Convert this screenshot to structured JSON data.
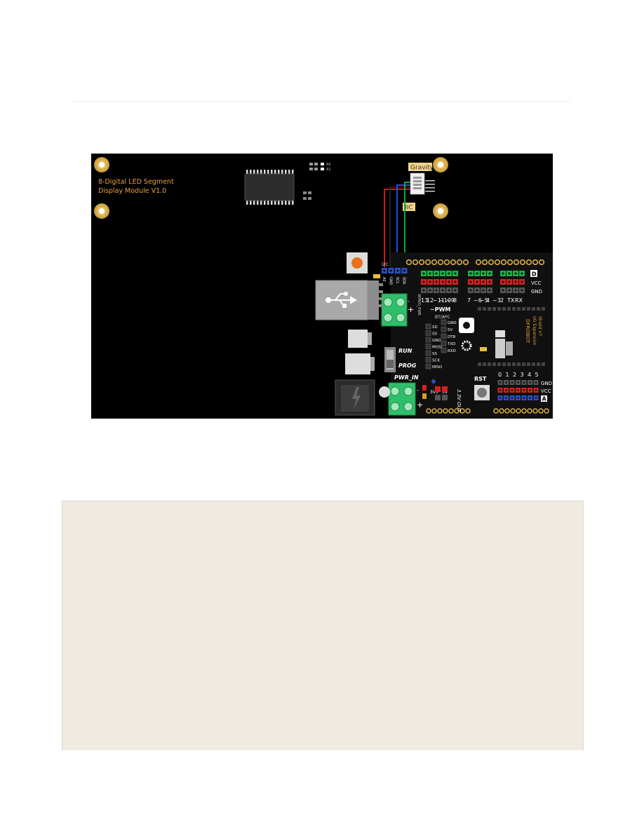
{
  "diagram": {
    "module_title_line1": "8-Digital LED Segment",
    "module_title_line2": "Display Module V1.0",
    "gravity_label": "Gravity",
    "iic_label": "IIC",
    "addr_labels": [
      "A0",
      "A1"
    ],
    "i2c_label": "I2C",
    "i2c_pin_labels": [
      "A0",
      "GND",
      "SCL",
      "SDA"
    ],
    "servo_pwr_label": "SERVO_PWR",
    "pwm_label": "~PWM",
    "bt_apc_label": "BT/APC",
    "side_pins": [
      "SD",
      "SS",
      "GND",
      "MOSI",
      "SS",
      "SCK",
      "MISO"
    ],
    "bt_pins": [
      "GND",
      "5V",
      "DTR",
      "TXD",
      "RXD"
    ],
    "run_label": "RUN",
    "prog_label": "PROG",
    "pwr_in_label": "PWR_IN",
    "rst_label": "RST",
    "v33_label": "3V3",
    "v5_label": "5V",
    "out_label": "3.3V OUT",
    "digital_labels": [
      "13",
      "12",
      "~11",
      "~10",
      "~9",
      "8",
      "7",
      "~6",
      "~5",
      "4",
      "~3",
      "2",
      "TX",
      "RX"
    ],
    "right_labels_top": [
      "D",
      "VCC",
      "GND"
    ],
    "analog_labels": [
      "0",
      "1",
      "2",
      "3",
      "4",
      "5"
    ],
    "right_labels_bottom": [
      "GND",
      "VCC",
      "A"
    ],
    "brand_text": "DFROBOT",
    "shield_text_1": "I/O Expansion",
    "shield_text_2": "Shield V7"
  },
  "colors": {
    "board_bg": "#000000",
    "silk_yellow": "#e8a040",
    "wire_red": "#d01818",
    "wire_blue": "#1e4fd8",
    "wire_green": "#19a635",
    "header_green": "#1ab044",
    "header_red": "#d42020",
    "header_grey": "#555555",
    "header_blue": "#2a4fc0",
    "code_bg": "#efebe1"
  },
  "code_block": {
    "text": ""
  }
}
